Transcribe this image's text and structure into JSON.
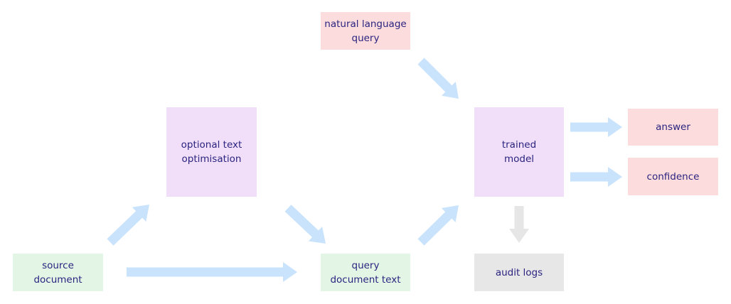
{
  "colors": {
    "input": "#e3f5e5",
    "output": "#fcdcdd",
    "process": "#f1def8",
    "log": "#e7e7e7",
    "arrow_flow": "#c9e3fc",
    "arrow_log": "#e6e6e6",
    "text": "#2a2480"
  },
  "nodes": {
    "source_document": {
      "line1": "source",
      "line2": "document"
    },
    "optional_text_optimisation": {
      "line1": "optional text",
      "line2": "optimisation"
    },
    "query_document_text": {
      "line1": "query",
      "line2": "document text"
    },
    "natural_language_query": {
      "line1": "natural language",
      "line2": "query"
    },
    "trained_model": {
      "line1": "trained",
      "line2": "model"
    },
    "answer": {
      "line1": "answer"
    },
    "confidence": {
      "line1": "confidence"
    },
    "audit_logs": {
      "line1": "audit logs"
    }
  },
  "edges": [
    {
      "from": "source_document",
      "to": "optional_text_optimisation"
    },
    {
      "from": "source_document",
      "to": "query_document_text"
    },
    {
      "from": "optional_text_optimisation",
      "to": "query_document_text"
    },
    {
      "from": "query_document_text",
      "to": "trained_model"
    },
    {
      "from": "natural_language_query",
      "to": "trained_model"
    },
    {
      "from": "trained_model",
      "to": "answer"
    },
    {
      "from": "trained_model",
      "to": "confidence"
    },
    {
      "from": "trained_model",
      "to": "audit_logs"
    }
  ]
}
